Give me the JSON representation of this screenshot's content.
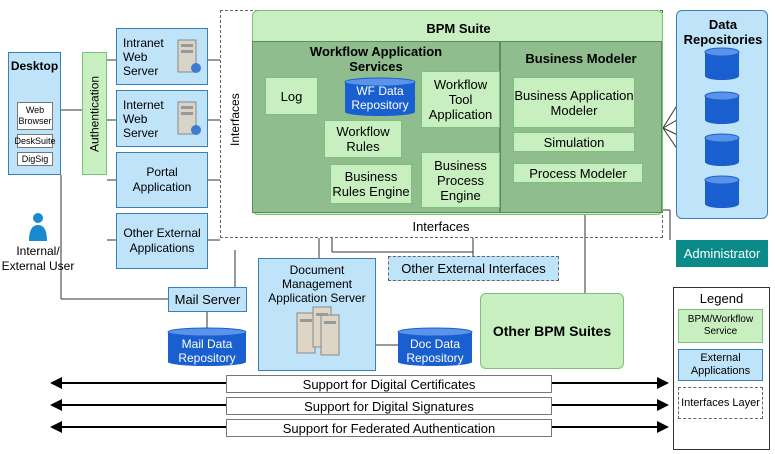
{
  "desktop": {
    "title": "Desktop",
    "items": [
      "Web Browser",
      "DeskSuite",
      "DigSig"
    ]
  },
  "authentication": "Authentication",
  "user": "Internal/ External User",
  "servers": {
    "intranet": "Intranet Web Server",
    "internet": "Internet Web Server",
    "portal": "Portal Application",
    "other_ext": "Other External Applications"
  },
  "interfaces_vertical": "Interfaces",
  "bpm_suite": {
    "title": "BPM Suite",
    "workflow_services": "Workflow Application Services",
    "log": "Log",
    "wf_data_repo": "WF Data Repository",
    "workflow_tool": "Workflow Tool Application",
    "workflow_rules": "Workflow Rules",
    "business_rules_engine": "Business Rules Engine",
    "business_process_engine": "Business Process Engine",
    "business_modeler": "Business Modeler",
    "business_app_modeler": "Business Application Modeler",
    "simulation": "Simulation",
    "process_modeler": "Process Modeler",
    "interfaces": "Interfaces"
  },
  "data_repositories": "Data Repositories",
  "administrator": "Administrator",
  "mail_server": "Mail Server",
  "mail_data_repo": "Mail Data Repository",
  "doc_mgmt": "Document Management Application Server",
  "doc_data_repo": "Doc Data Repository",
  "other_ext_interfaces": "Other External Interfaces",
  "other_bpm": "Other BPM Suites",
  "support": [
    "Support for Digital Certificates",
    "Support for Digital Signatures",
    "Support for Federated Authentication"
  ],
  "legend": {
    "title": "Legend",
    "items": [
      "BPM/Workflow Service",
      "External Applications",
      "Interfaces Layer"
    ]
  },
  "colors": {
    "blue": "#bfe3f8",
    "green": "#c8efc0",
    "dark_green": "#8fbd8d",
    "navy_repo": "#1a5fd0",
    "admin_teal": "#0b8a8a"
  }
}
